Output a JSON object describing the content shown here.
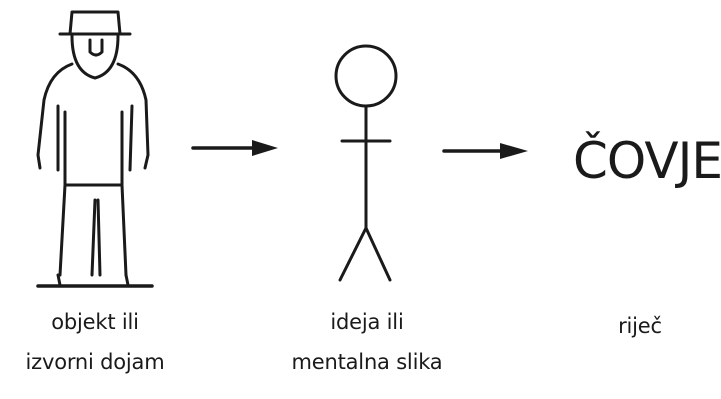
{
  "word": "ČOVJEK",
  "labels": {
    "object": [
      "objekt ili",
      "izvorni dojam"
    ],
    "idea": [
      "ideja ili",
      "mentalna slika"
    ],
    "word": "riječ"
  },
  "colors": {
    "ink": "#1a1a1a",
    "background": "#ffffff"
  }
}
